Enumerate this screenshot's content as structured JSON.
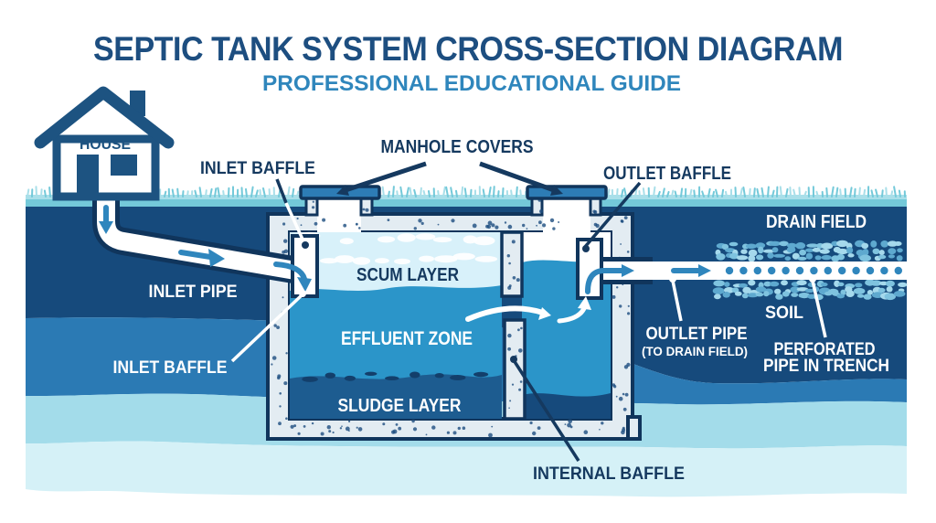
{
  "header": {
    "title": "SEPTIC TANK SYSTEM CROSS-SECTION DIAGRAM",
    "subtitle": "PROFESSIONAL EDUCATIONAL GUIDE"
  },
  "diagram": {
    "house_label": "HOUSE",
    "labels": {
      "inlet_baffle_top": "INLET BAFFLE",
      "manhole_covers": "MANHOLE COVERS",
      "outlet_baffle": "OUTLET BAFFLE",
      "drain_field": "DRAIN FIELD",
      "inlet_pipe": "INLET PIPE",
      "scum_layer": "SCUM LAYER",
      "effluent_zone": "EFFLUENT ZONE",
      "sludge_layer": "SLUDGE LAYER",
      "soil": "SOIL",
      "outlet_pipe": "OUTLET PIPE",
      "outlet_pipe_sub": "(TO DRAIN FIELD)",
      "perforated_pipe_line1": "PERFORATED",
      "perforated_pipe_line2": "PIPE IN TRENCH",
      "inlet_baffle_lower": "INLET BAFFLE",
      "internal_baffle": "INTERNAL BAFFLE"
    },
    "colors": {
      "title": "#1D4E80",
      "subtitle": "#2F86BC",
      "label_navy": "#15395F",
      "outline": "#10355C",
      "icon_blue": "#1D5381",
      "concrete": "#E3ECF2",
      "grass": "#74C9D9",
      "grass_light": "#A9DFE9",
      "soil_navy": "#164A7C",
      "soil_mid": "#2B7AB4",
      "soil_light": "#A3DCEA",
      "soil_lighter": "#D5F1F7",
      "water_effluent": "#2B95C9",
      "water_scum": "#D8F1FA",
      "water_sludge": "#1D5C90",
      "sludge_blob": "#133F6B",
      "cover_blue": "#2D7CB5",
      "arrow_blue": "#2F86BD",
      "pebble_light": "#A5D9EC",
      "pebble_mid": "#7FC3DF",
      "pebble_dark": "#5EA9CF"
    }
  }
}
